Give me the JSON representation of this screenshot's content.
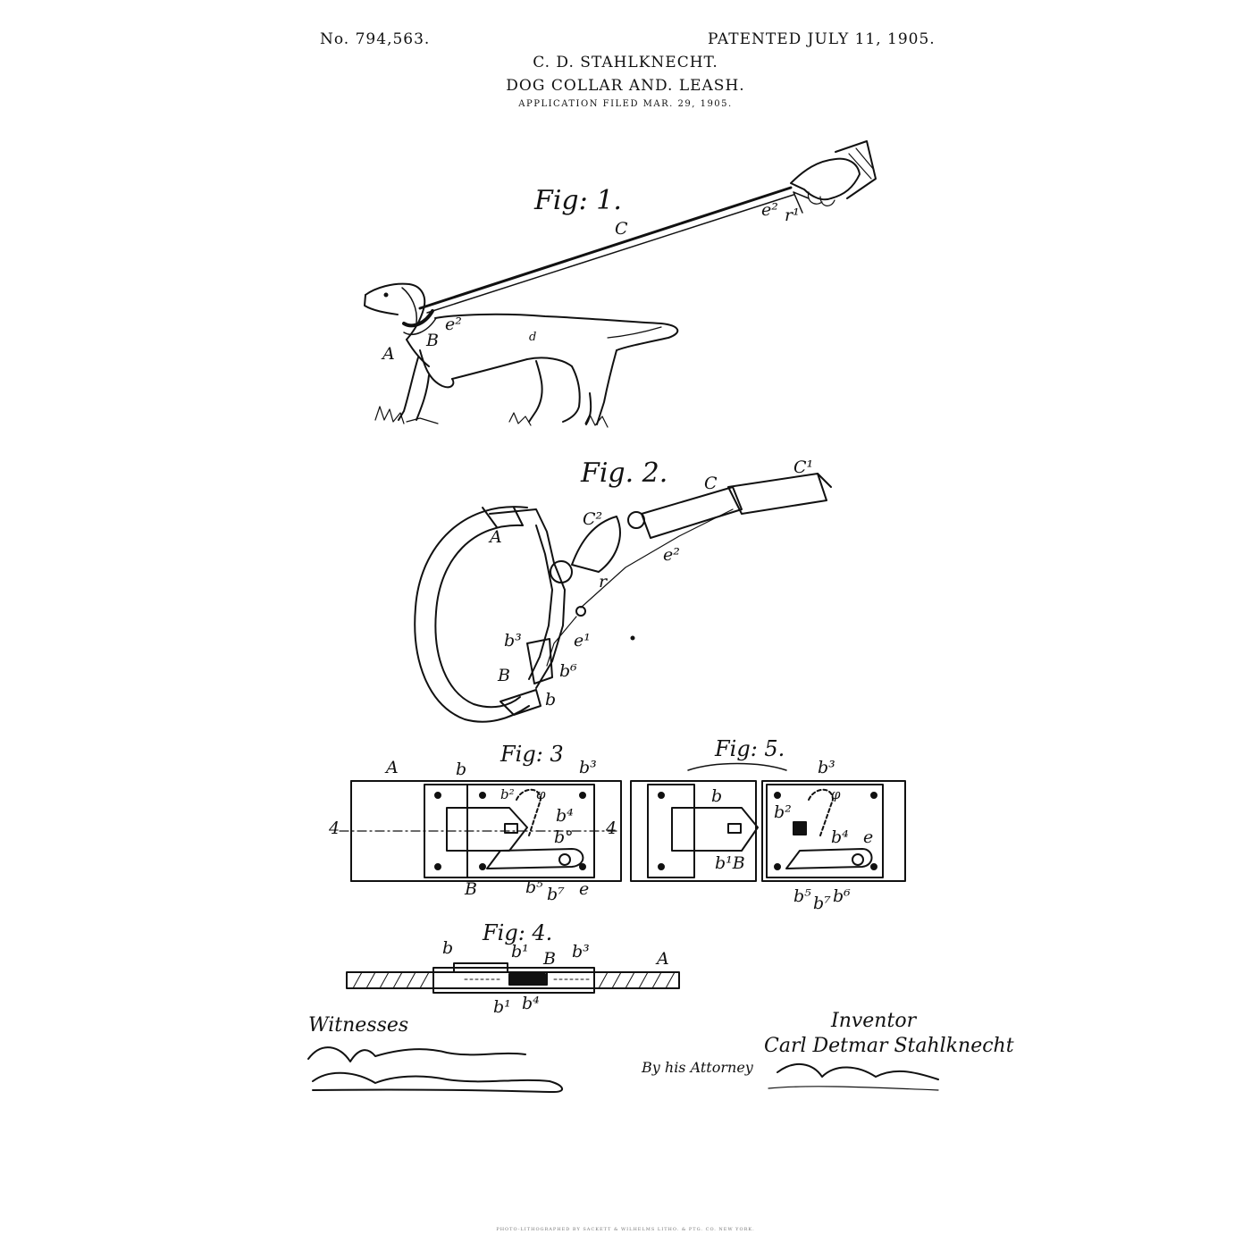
{
  "header": {
    "patent_number": "No. 794,563.",
    "patented_date": "PATENTED JULY 11, 1905.",
    "inventor": "C. D. STAHLKNECHT.",
    "title": "DOG COLLAR AND. LEASH.",
    "application_filed": "APPLICATION FILED MAR. 29, 1905."
  },
  "figures": {
    "fig1": {
      "label": "Fig: 1.",
      "refs": {
        "c": "C",
        "e2_hand": "e²",
        "r": "r¹",
        "a": "A",
        "b": "B",
        "e2": "e²",
        "d": "d"
      }
    },
    "fig2": {
      "label": "Fig. 2.",
      "refs": {
        "c1": "C¹",
        "c": "C",
        "c2": "C²",
        "a": "A",
        "e2": "e²",
        "r": "r",
        "b3": "b³",
        "e1": "e¹",
        "b6": "b⁶",
        "bB": "B",
        "b": "b"
      }
    },
    "fig3": {
      "label": "Fig: 3",
      "refs": {
        "a": "A",
        "b": "b",
        "b3": "b³",
        "b2": "b²",
        "phi": "φ",
        "b4": "b⁴",
        "b0": "b°",
        "sec_left": "4",
        "sec_right": "4",
        "bB": "B",
        "b5": "b⁵",
        "b7": "b⁷",
        "e": "e"
      }
    },
    "fig5": {
      "label": "Fig: 5.",
      "refs": {
        "b": "b",
        "b1B": "b¹B",
        "b3": "b³",
        "phi": "φ",
        "b2": "b²",
        "b4": "b⁴",
        "e": "e",
        "b5": "b⁵",
        "b7": "b⁷",
        "b6": "b⁶"
      }
    },
    "fig4": {
      "label": "Fig: 4.",
      "refs": {
        "b": "b",
        "b1": "b¹",
        "bB": "B",
        "b3": "b³",
        "a": "A",
        "b1_low": "b¹",
        "b4": "b⁴"
      }
    }
  },
  "signatures": {
    "witnesses_label": "Witnesses",
    "inventor_label": "Inventor",
    "inventor_signature": "Carl Detmar Stahlknecht",
    "by_attorney": "By his Attorney"
  },
  "footer": "PHOTO-LITHOGRAPHED BY SACKETT & WILHELMS LITHO. & PTG. CO. NEW YORK."
}
